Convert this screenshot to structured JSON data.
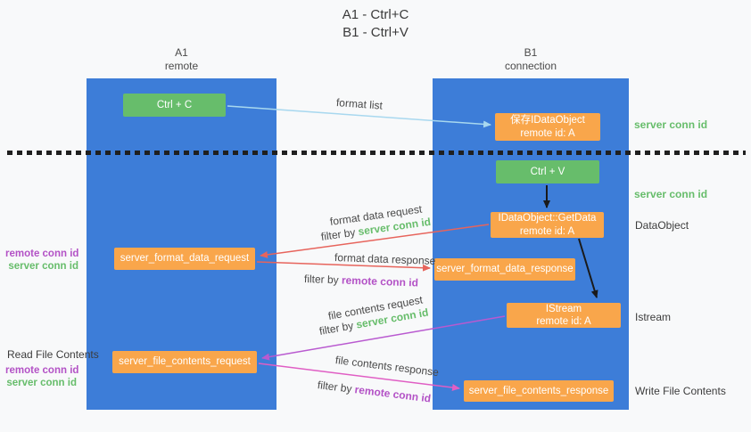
{
  "title": {
    "line1": "A1 - Ctrl+C",
    "line2": "B1 - Ctrl+V"
  },
  "lanes": {
    "left": {
      "title": "A1",
      "subtitle": "remote"
    },
    "right": {
      "title": "B1",
      "subtitle": "connection"
    }
  },
  "boxes": {
    "ctrl_c": {
      "label": "Ctrl + C"
    },
    "ctrl_v": {
      "label": "Ctrl + V"
    },
    "save_dataobject": {
      "line1": "保存IDataObject",
      "line2": "remote id: A"
    },
    "getdata": {
      "line1": "IDataObject::GetData",
      "line2": "remote id: A"
    },
    "istream": {
      "line1": "IStream",
      "line2": "remote id: A"
    },
    "format_request": {
      "label": "server_format_data_request"
    },
    "format_response": {
      "label": "server_format_data_response"
    },
    "file_request": {
      "label": "server_file_contents_request"
    },
    "file_response": {
      "label": "server_file_contents_response"
    }
  },
  "arrow_labels": {
    "format_list": "format list",
    "format_data_request": "format data request",
    "format_data_response": "format data response",
    "file_contents_request": "file contents request",
    "file_contents_response": "file contents response",
    "filter_by": "filter by ",
    "server_conn_id": "server conn id",
    "remote_conn_id": "remote conn id"
  },
  "side_labels": {
    "server_conn_id": "server conn id",
    "remote_conn_id": "remote conn id",
    "dataobject": "DataObject",
    "istream": "Istream",
    "read_file_contents": "Read File Contents",
    "write_file_contents": "Write File Contents"
  },
  "colors": {
    "lane_blue": "#3d7dd8",
    "box_green": "#67bd6b",
    "box_orange": "#f9a64b",
    "arrow_blue": "#a8d8ef",
    "arrow_black": "#1a1a1a",
    "arrow_red": "#e7645c",
    "arrow_violet": "#b95ad0",
    "arrow_magenta": "#e05ec4",
    "text_green": "#67bd6b",
    "text_purple": "#b352c6"
  }
}
